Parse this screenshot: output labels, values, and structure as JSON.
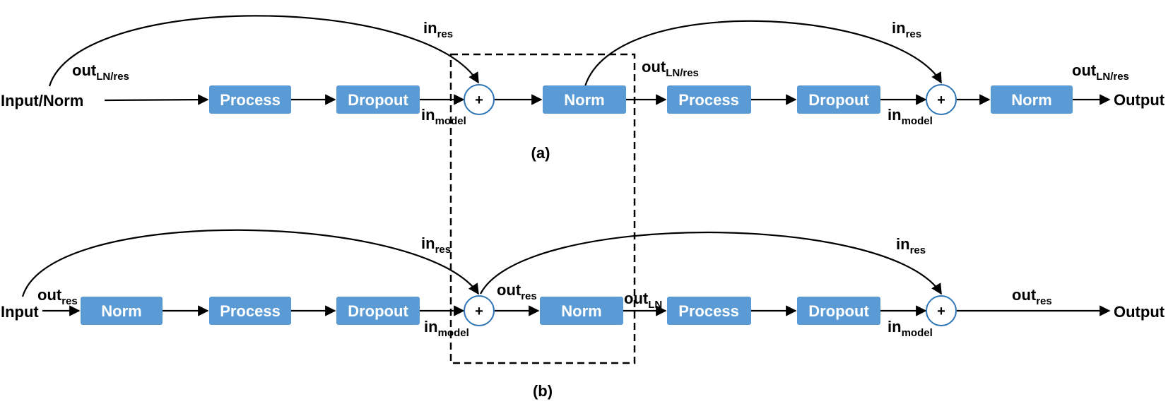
{
  "row_a": {
    "input": "Input/Norm",
    "blocks": [
      "Process",
      "Dropout",
      "Norm",
      "Process",
      "Dropout",
      "Norm"
    ],
    "output": "Output",
    "plus": "+",
    "labels": {
      "out_ln_res_1": {
        "main": "out",
        "sub": "LN/res"
      },
      "in_res_1": {
        "main": "in",
        "sub": "res"
      },
      "in_model_1": {
        "main": "in",
        "sub": "model"
      },
      "out_ln_res_2": {
        "main": "out",
        "sub": "LN/res"
      },
      "in_res_2": {
        "main": "in",
        "sub": "res"
      },
      "in_model_2": {
        "main": "in",
        "sub": "model"
      },
      "out_ln_res_3": {
        "main": "out",
        "sub": "LN/res"
      }
    },
    "caption": "(a)"
  },
  "row_b": {
    "input": "Input",
    "blocks": [
      "Norm",
      "Process",
      "Dropout",
      "Norm",
      "Process",
      "Dropout"
    ],
    "output": "Output",
    "plus": "+",
    "labels": {
      "out_res_1": {
        "main": "out",
        "sub": "res"
      },
      "in_res_1": {
        "main": "in",
        "sub": "res"
      },
      "in_model_1": {
        "main": "in",
        "sub": "model"
      },
      "out_res_2": {
        "main": "out",
        "sub": "res"
      },
      "out_ln": {
        "main": "out",
        "sub": "LN"
      },
      "in_res_2": {
        "main": "in",
        "sub": "res"
      },
      "in_model_2": {
        "main": "in",
        "sub": "model"
      },
      "out_res_3": {
        "main": "out",
        "sub": "res"
      }
    },
    "caption": "(b)"
  },
  "colors": {
    "block_fill": "#5b9bd5",
    "circle_stroke": "#2e75b6",
    "line": "#000000"
  }
}
